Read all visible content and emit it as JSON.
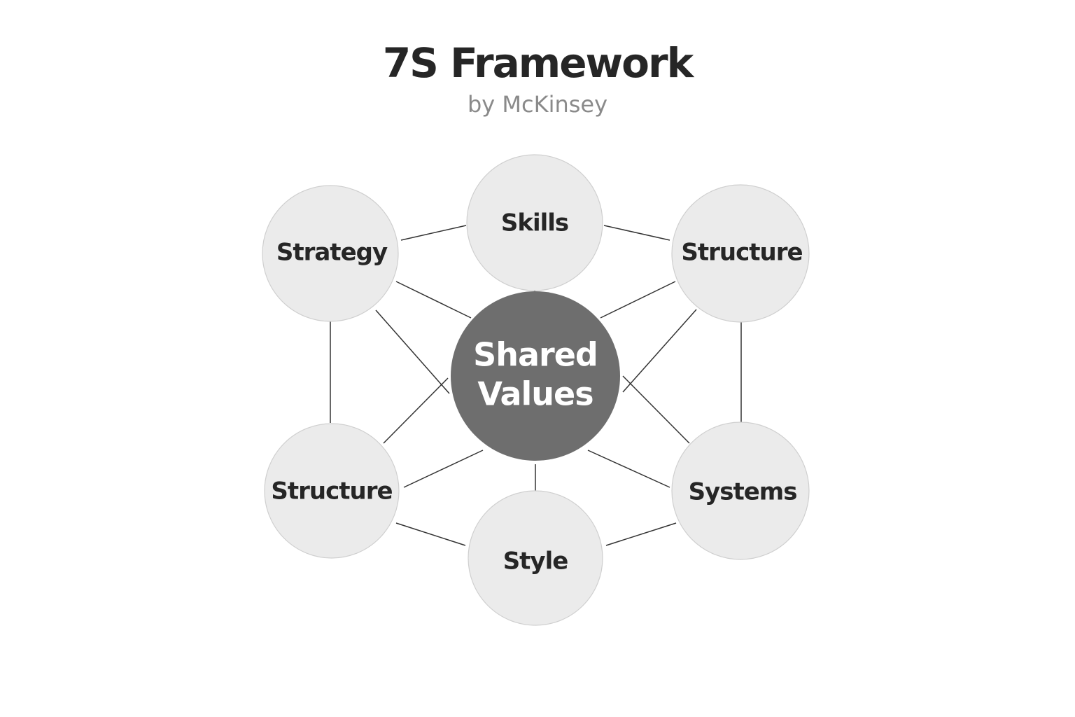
{
  "title": "7S Framework",
  "subtitle": "by McKinsey",
  "center": {
    "label_line1": "Shared",
    "label_line2": "Values"
  },
  "nodes": [
    {
      "label": "Skills"
    },
    {
      "label": "Strategy"
    },
    {
      "label": "Structure"
    },
    {
      "label": "Structure"
    },
    {
      "label": "Systems"
    },
    {
      "label": "Style"
    }
  ],
  "colors": {
    "node_fill": "#ebebeb",
    "node_border": "#cfcfcf",
    "center_fill": "#6e6e6e",
    "line": "#333333"
  }
}
